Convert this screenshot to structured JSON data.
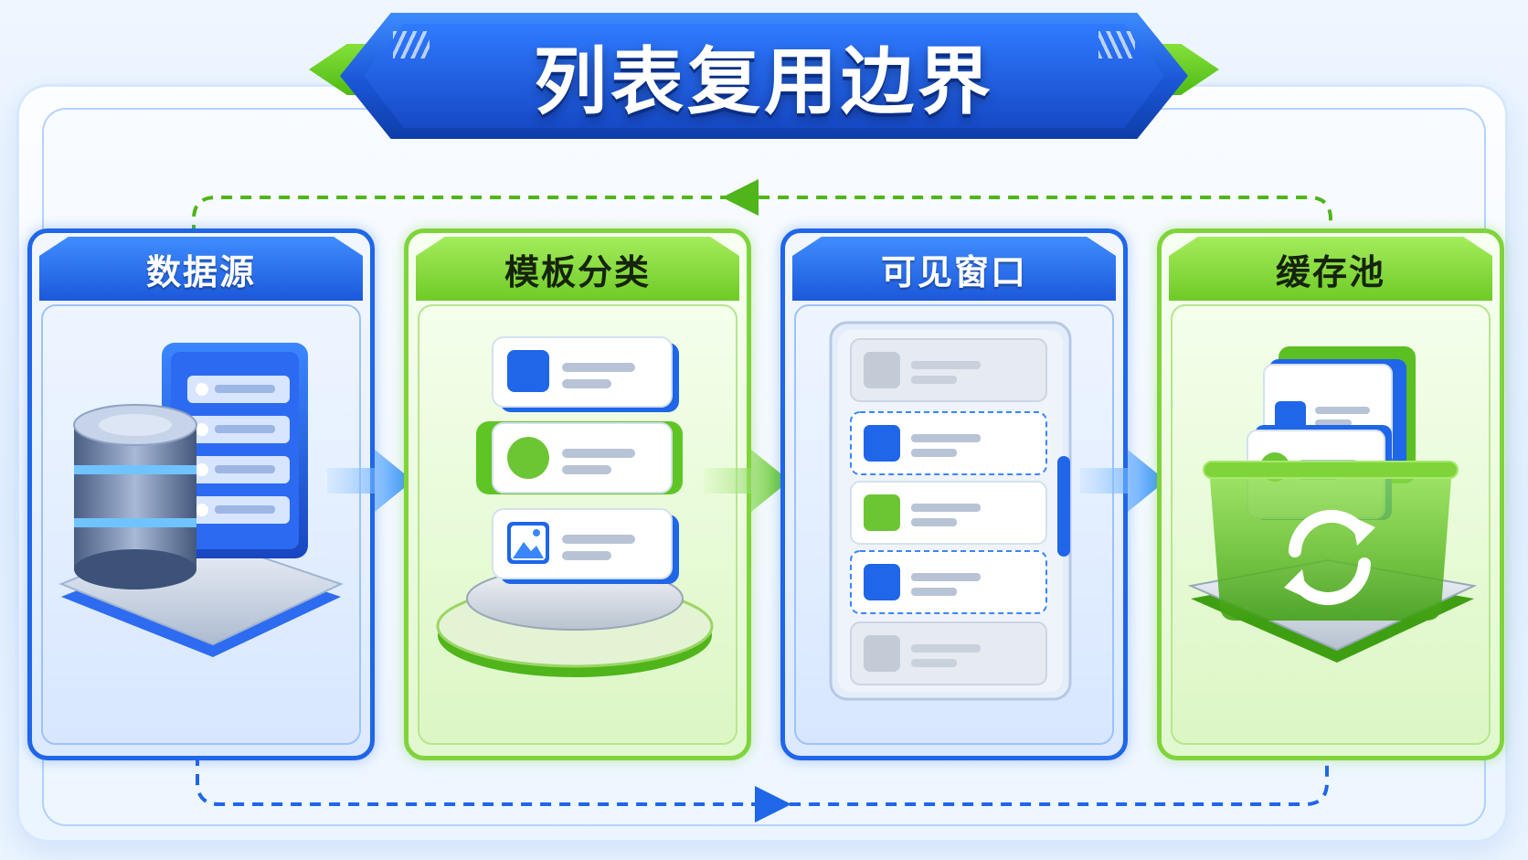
{
  "title": "列表复用边界",
  "stages": [
    {
      "id": "data-source",
      "label": "数据源",
      "theme": "blue"
    },
    {
      "id": "template-classify",
      "label": "模板分类",
      "theme": "green"
    },
    {
      "id": "visible-window",
      "label": "可见窗口",
      "theme": "blue"
    },
    {
      "id": "cache-pool",
      "label": "缓存池",
      "theme": "green"
    }
  ],
  "colors": {
    "blue": "#1f66e8",
    "green": "#7fd43a",
    "dark_green": "#4fb51a",
    "light_blue": "#4aa3ff"
  },
  "icons": {
    "data_source": "database-icon",
    "template_classify": "template-stack-icon",
    "visible_window": "list-window-icon",
    "cache_pool": "recycle-bin-icon",
    "refresh": "recycle-arrows-icon"
  }
}
